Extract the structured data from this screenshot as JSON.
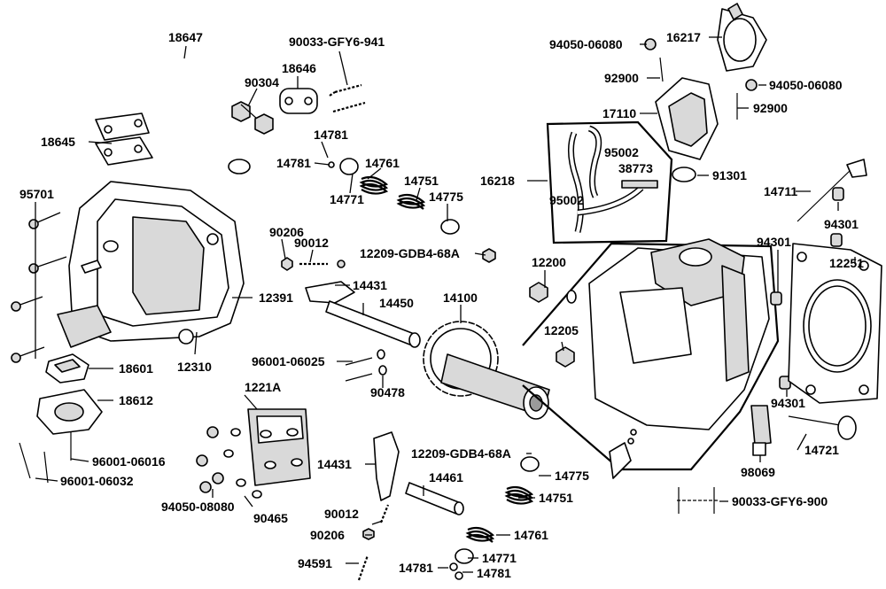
{
  "labels": {
    "p18647": "18647",
    "p90033_941": "90033-GFY6-941",
    "p90304": "90304",
    "p18646": "18646",
    "p18645": "18645",
    "p14781a": "14781",
    "p14781b": "14781",
    "p14761a": "14761",
    "p14751a": "14751",
    "p14771a": "14771",
    "p14775a": "14775",
    "p95701": "95701",
    "p90206a": "90206",
    "p90012a": "90012",
    "p12209a": "12209-GDB4-68A",
    "p12391": "12391",
    "p14431a": "14431",
    "p14450": "14450",
    "p14100": "14100",
    "p12310": "12310",
    "p18601": "18601",
    "p18612": "18612",
    "p96001_06025": "96001-06025",
    "p90478": "90478",
    "p1221A": "1221A",
    "p96001_06016": "96001-06016",
    "p96001_06032": "96001-06032",
    "p94050_08080": "94050-08080",
    "p90465": "90465",
    "p14431b": "14431",
    "p12209b": "12209-GDB4-68A",
    "p14461": "14461",
    "p90012b": "90012",
    "p90206b": "90206",
    "p94591": "94591",
    "p14775b": "14775",
    "p14751b": "14751",
    "p14761b": "14761",
    "p14771b": "14771",
    "p14781c": "14781",
    "p14781d": "14781",
    "p94050_06080a": "94050-06080",
    "p16217": "16217",
    "p92900a": "92900",
    "p94050_06080b": "94050-06080",
    "p17110": "17110",
    "p92900b": "92900",
    "p16218": "16218",
    "p95002a": "95002",
    "p38773": "38773",
    "p95002b": "95002",
    "p91301": "91301",
    "p14711": "14711",
    "p94301a": "94301",
    "p94301b": "94301",
    "p12200": "12200",
    "p12251": "12251",
    "p12205": "12205",
    "p94301c": "94301",
    "p14721": "14721",
    "p98069": "98069",
    "p90033_900": "90033-GFY6-900"
  }
}
